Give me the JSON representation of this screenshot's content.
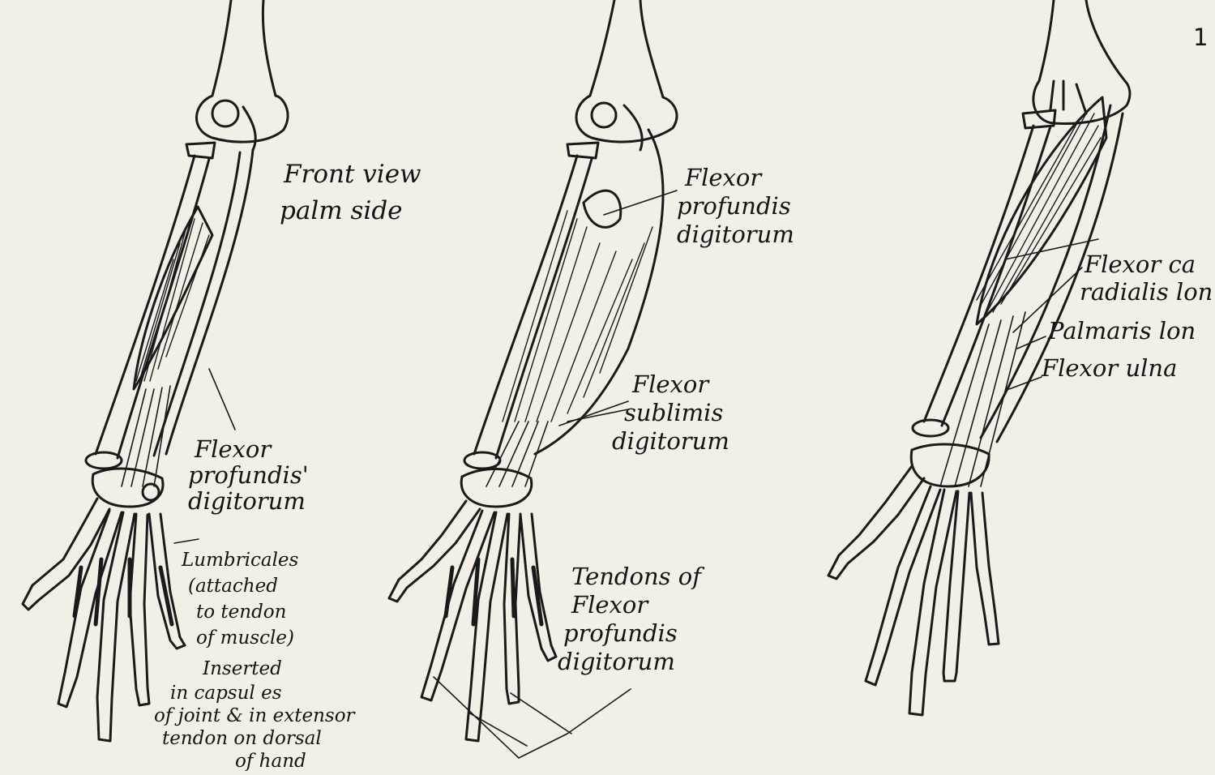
{
  "page_number": "1",
  "figure_left": {
    "title_line1": "Front view",
    "title_line2": "palm side",
    "flexor_profundis": [
      "Flexor",
      "profundis'",
      "digitorum"
    ],
    "lumbricales": [
      "Lumbricales",
      "(attached",
      "to tendon",
      "of muscle)"
    ],
    "inserted": [
      "Inserted",
      "in capsul es",
      "of joint & in extensor",
      "tendon on dorsal",
      "of hand"
    ]
  },
  "figure_middle": {
    "flexor_profundis": [
      "Flexor",
      "profundis",
      "digitorum"
    ],
    "flexor_sublimis": [
      "Flexor",
      "sublimis",
      "digitorum"
    ],
    "tendons": [
      "Tendons of",
      "Flexor",
      "profundis",
      "digitorum"
    ]
  },
  "figure_right": {
    "flexor_carpi_radialis": [
      "Flexor ca",
      "radialis lon"
    ],
    "palmaris_longus": "Palmaris lon",
    "flexor_ulnaris": "Flexor ulna"
  },
  "colors": {
    "paper": "#f3efe6",
    "ink": "#141414"
  }
}
